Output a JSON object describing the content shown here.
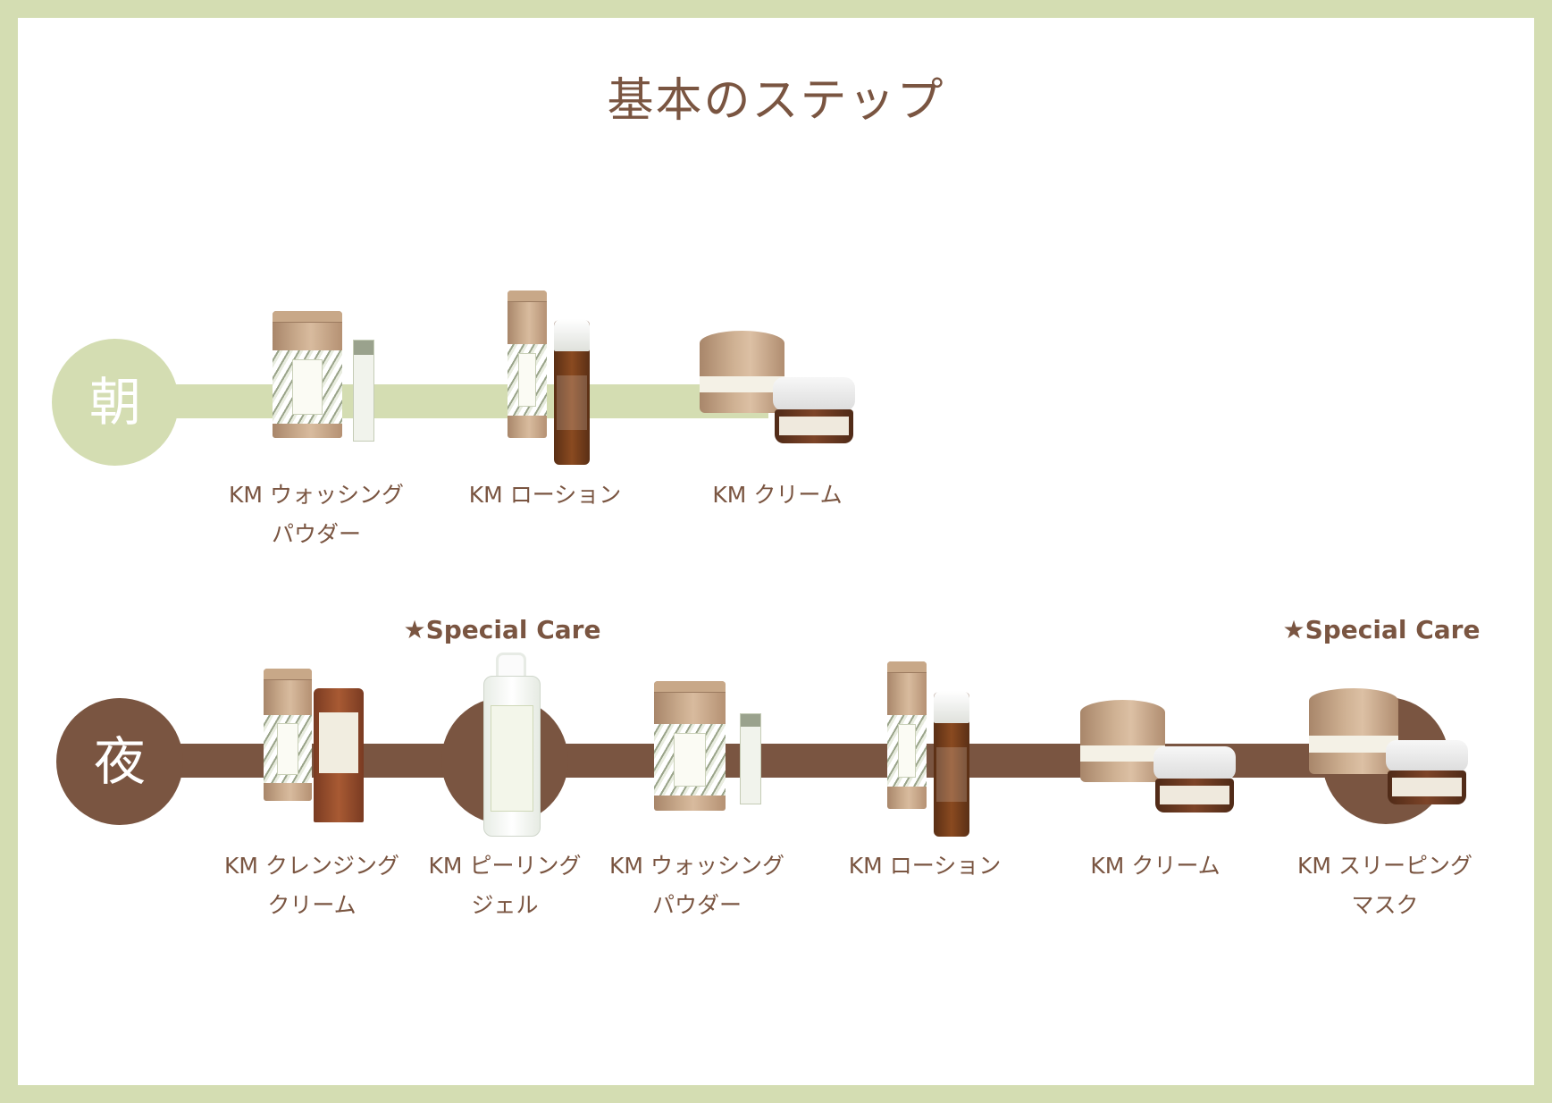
{
  "title": "基本のステップ",
  "colors": {
    "morning": "#d4ddb2",
    "night": "#7a5541",
    "text": "#7a5541"
  },
  "morning": {
    "badge": "朝",
    "steps": [
      {
        "line1": "KM ウォッシング",
        "line2": "パウダー"
      },
      {
        "line1": "KM ローション",
        "line2": ""
      },
      {
        "line1": "KM クリーム",
        "line2": ""
      }
    ]
  },
  "night": {
    "badge": "夜",
    "steps": [
      {
        "line1": "KM クレンジング",
        "line2": "クリーム"
      },
      {
        "line1": "KM ピーリング",
        "line2": "ジェル"
      },
      {
        "line1": "KM ウォッシング",
        "line2": "パウダー"
      },
      {
        "line1": "KM ローション",
        "line2": ""
      },
      {
        "line1": "KM クリーム",
        "line2": ""
      },
      {
        "line1": "KM スリーピング",
        "line2": "マスク"
      }
    ],
    "special_labels": [
      "★Special Care",
      "★Special Care"
    ]
  }
}
